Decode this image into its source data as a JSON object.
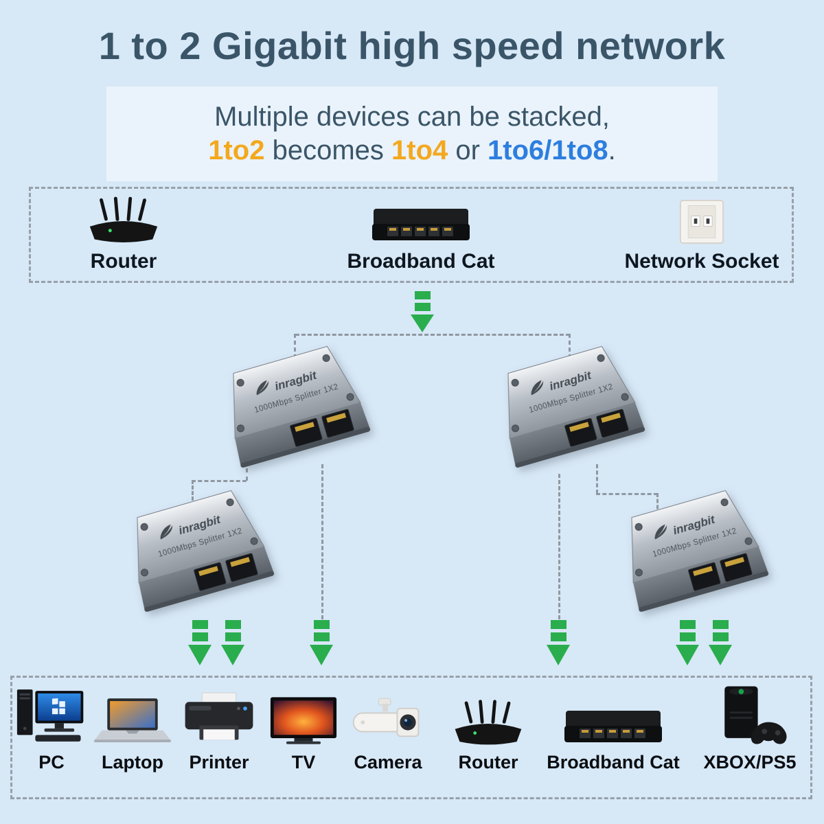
{
  "title": "1 to 2 Gigabit high speed network",
  "subtitle": {
    "line1": "Multiple devices can be stacked,",
    "line2": [
      {
        "text": "1to2",
        "style": "orange"
      },
      {
        "text": " becomes ",
        "style": "plain"
      },
      {
        "text": "1to4",
        "style": "orange"
      },
      {
        "text": " or ",
        "style": "plain"
      },
      {
        "text": "1to6/1to8",
        "style": "blue"
      },
      {
        "text": ".",
        "style": "plain"
      }
    ]
  },
  "sources": {
    "router": "Router",
    "switch": "Broadband Cat",
    "socket": "Network Socket"
  },
  "splitter": {
    "brand": "inragbit",
    "model": "1000Mbps Splitter 1X2"
  },
  "devices": [
    {
      "label": "PC",
      "icon": "pc-icon"
    },
    {
      "label": "Laptop",
      "icon": "laptop-icon"
    },
    {
      "label": "Printer",
      "icon": "printer-icon"
    },
    {
      "label": "TV",
      "icon": "tv-icon"
    },
    {
      "label": "Camera",
      "icon": "camera-icon"
    },
    {
      "label": "Router",
      "icon": "router-icon"
    },
    {
      "label": "Broadband Cat",
      "icon": "switch-icon"
    },
    {
      "label": "XBOX/PS5",
      "icon": "console-icon"
    }
  ],
  "colors": {
    "background": "#D7E8F7",
    "title_text": "#3A5568",
    "accent_orange": "#F3A81D",
    "accent_blue": "#2D7EDE",
    "arrow_green": "#29AD4D",
    "dash_gray": "#8F98A0"
  }
}
